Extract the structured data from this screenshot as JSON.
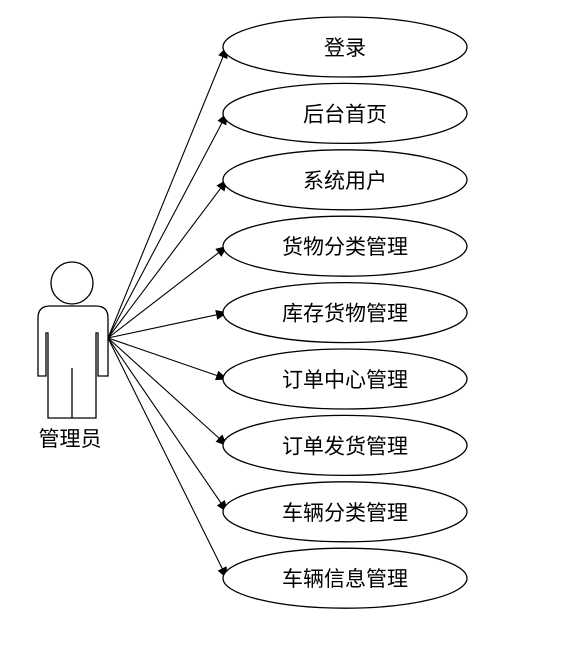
{
  "actor": {
    "label": "管理员"
  },
  "use_cases": [
    "登录",
    "后台首页",
    "系统用户",
    "货物分类管理",
    "库存货物管理",
    "订单中心管理",
    "订单发货管理",
    "车辆分类管理",
    "车辆信息管理"
  ]
}
